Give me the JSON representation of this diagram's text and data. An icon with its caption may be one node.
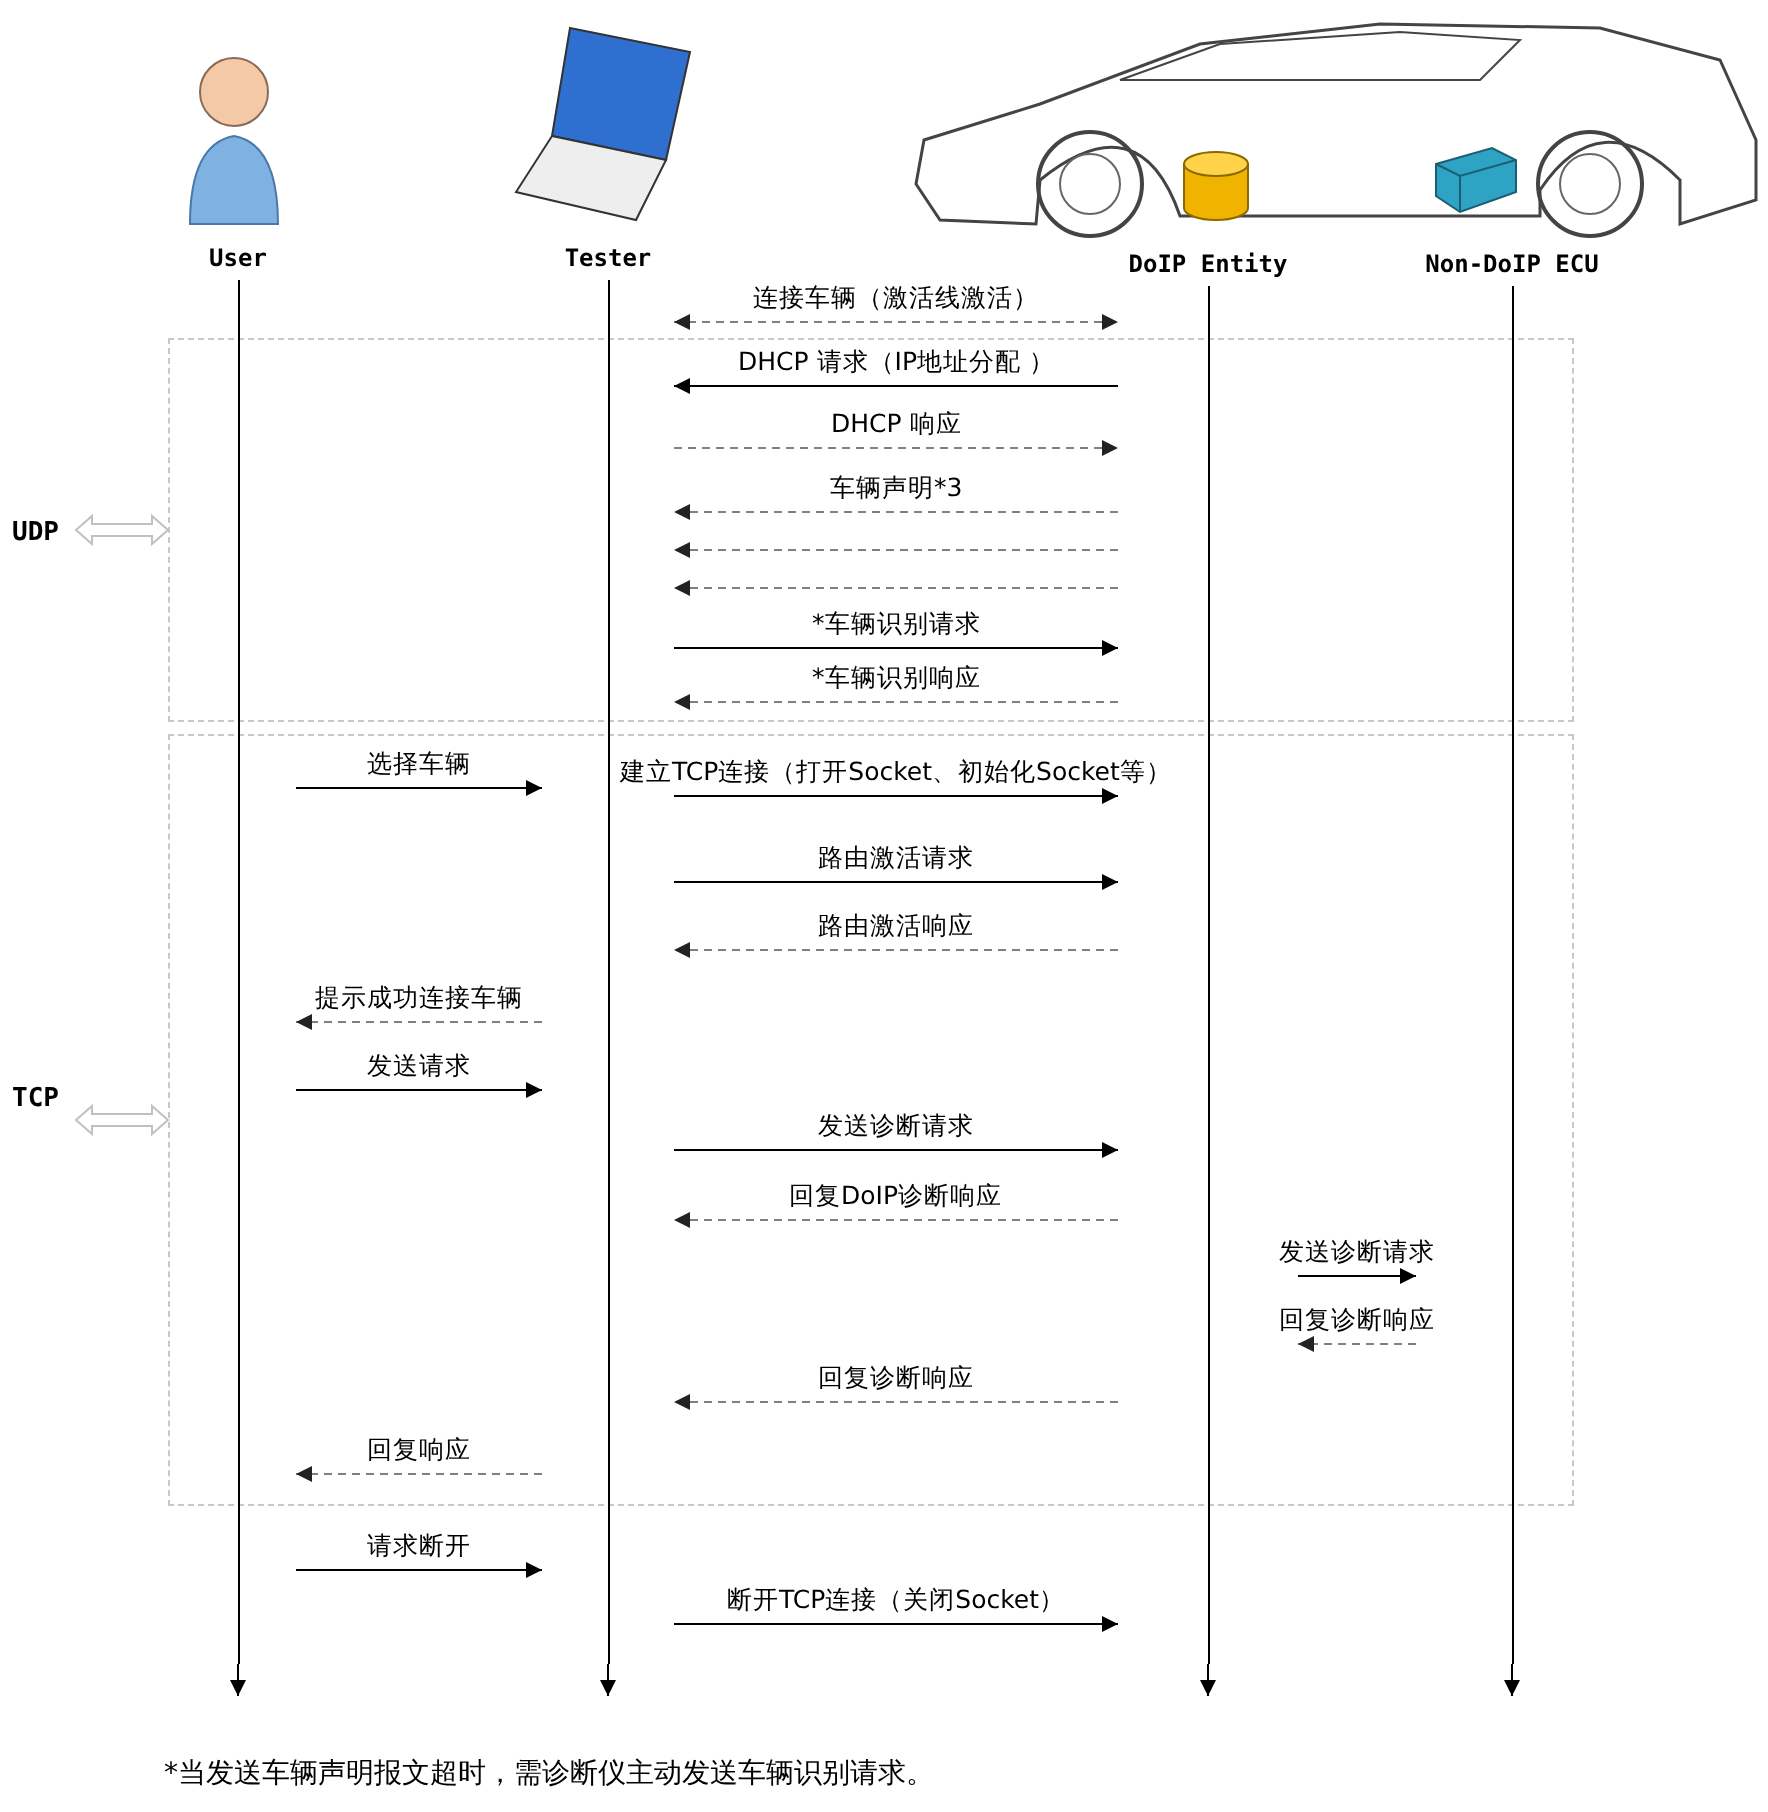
{
  "diagram": {
    "caption": "*当发送车辆声明报文超时，需诊断仪主动发送车辆识别请求。",
    "nodes": [
      {
        "text": [
          "User"
        ]
      },
      {
        "text": [
          "Tester"
        ]
      },
      {
        "text": [
          "DoIP Entity"
        ]
      },
      {
        "text": [
          "Non-DoIP ECU"
        ]
      }
    ],
    "labels": [
      "UDP",
      "TCP"
    ],
    "edges": [
      {
        "from": 1,
        "to": 2,
        "arrow": "both",
        "label": "连接车辆（激活线激活）",
        "style": "dashed",
        "color": "#808080"
      },
      {
        "from": 2,
        "to": 1,
        "arrow": "to",
        "label": "DHCP 请求（IP地址分配 ）"
      },
      {
        "from": 1,
        "to": 2,
        "arrow": "to",
        "label": "DHCP 响应",
        "style": "dashed",
        "color": "#808080"
      },
      {
        "from": 2,
        "to": 1,
        "arrow": "to",
        "label": "车辆声明*3",
        "style": "dashed",
        "color": "#808080"
      },
      {
        "from": 2,
        "to": 1,
        "arrow": "to",
        "style": "dashed",
        "color": "#808080"
      },
      {
        "from": 2,
        "to": 1,
        "arrow": "to",
        "style": "dashed",
        "color": "#808080"
      },
      {
        "from": 1,
        "to": 2,
        "arrow": "to",
        "label": "*车辆识别请求"
      },
      {
        "from": 2,
        "to": 1,
        "arrow": "to",
        "label": "*车辆识别响应",
        "style": "dashed",
        "color": "#808080"
      },
      {
        "from": 0,
        "to": 1,
        "arrow": "to",
        "label": "选择车辆"
      },
      {
        "from": 1,
        "to": 2,
        "arrow": "to",
        "label": "建立TCP连接（打开Socket、初始化Socket等）"
      },
      {
        "from": 1,
        "to": 2,
        "arrow": "to",
        "label": "路由激活请求"
      },
      {
        "from": 2,
        "to": 1,
        "arrow": "to",
        "label": "路由激活响应",
        "style": "dashed",
        "color": "#808080"
      },
      {
        "from": 1,
        "to": 0,
        "arrow": "to",
        "label": "提示成功连接车辆",
        "style": "dashed",
        "color": "#808080"
      },
      {
        "from": 0,
        "to": 1,
        "arrow": "to",
        "label": "发送请求"
      },
      {
        "from": 1,
        "to": 2,
        "arrow": "to",
        "label": "发送诊断请求"
      },
      {
        "from": 2,
        "to": 1,
        "arrow": "to",
        "label": "回复DoIP诊断响应",
        "style": "dashed",
        "color": "#808080"
      },
      {
        "from": 2,
        "to": 3,
        "arrow": "to",
        "label": "发送诊断请求"
      },
      {
        "from": 3,
        "to": 2,
        "arrow": "to",
        "label": "回复诊断响应",
        "style": "dashed",
        "color": "#808080"
      },
      {
        "from": 2,
        "to": 1,
        "arrow": "to",
        "label": "回复诊断响应",
        "style": "dashed",
        "color": "#808080"
      },
      {
        "from": 1,
        "to": 0,
        "arrow": "to",
        "label": "回复响应",
        "style": "dashed",
        "color": "#808080"
      },
      {
        "from": 0,
        "to": 1,
        "arrow": "to",
        "label": "请求断开"
      },
      {
        "from": 1,
        "to": 2,
        "arrow": "to",
        "label": "断开TCP连接（关闭Socket）"
      },
      {
        "from": 0,
        "to": null,
        "arrow": "to"
      },
      {
        "from": 1,
        "to": null,
        "arrow": "to"
      },
      {
        "from": 2,
        "to": null,
        "arrow": "to"
      },
      {
        "from": 3,
        "to": null,
        "arrow": "to"
      }
    ]
  }
}
